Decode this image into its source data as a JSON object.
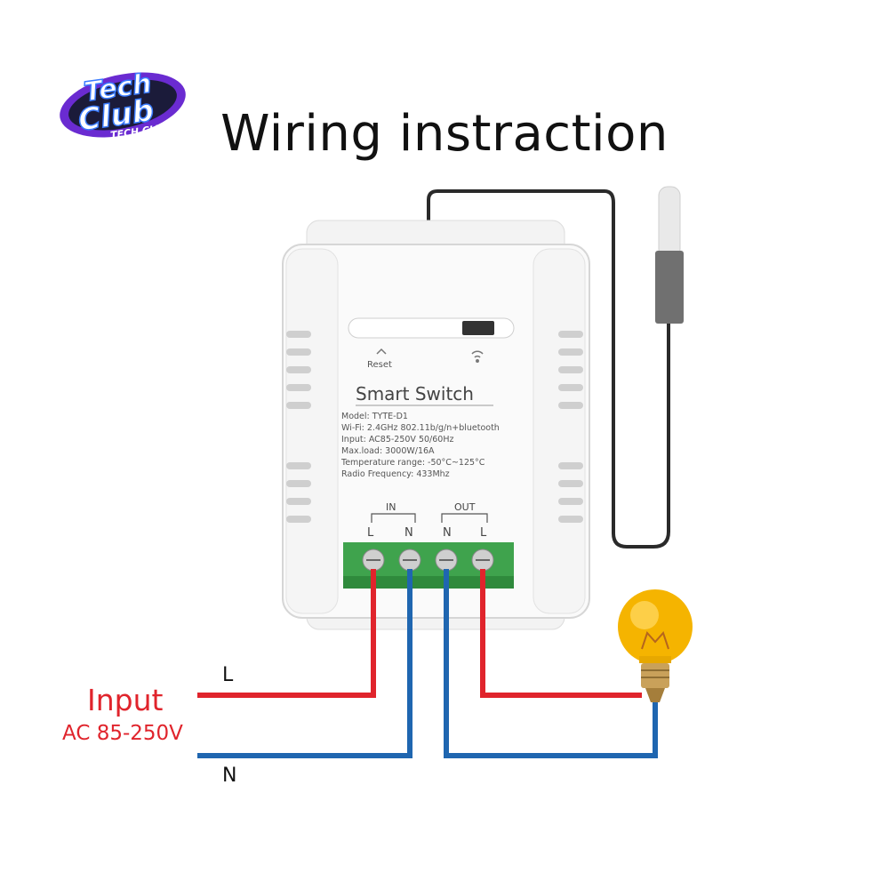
{
  "title": "Wiring instraction",
  "logo": {
    "line1": "Tech",
    "line2": "Club",
    "sub": "TECH CLUB"
  },
  "device": {
    "reset_label": "Reset",
    "brand": "Smart Switch",
    "specs": [
      "Model: TYTE-D1",
      "Wi-Fi: 2.4GHz 802.11b/g/n+bluetooth",
      "Input: AC85-250V 50/60Hz",
      "Max.load: 3000W/16A",
      "Temperature range: -50°C~125°C",
      "Radio Frequency: 433Mhz"
    ],
    "in_label": "IN",
    "out_label": "OUT",
    "terminals": [
      "L",
      "N",
      "N",
      "L"
    ]
  },
  "input": {
    "label": "Input",
    "voltage": "AC 85-250V"
  },
  "wires": {
    "live": "L",
    "neutral": "N"
  },
  "colors": {
    "live_wire": "#e0242c",
    "neutral_wire": "#1f66b0",
    "terminal_block": "#3fa34d",
    "bulb": "#f5b400"
  },
  "icons": [
    "wifi-icon",
    "reset-arrow-icon",
    "light-bulb-icon",
    "temperature-probe-icon"
  ]
}
